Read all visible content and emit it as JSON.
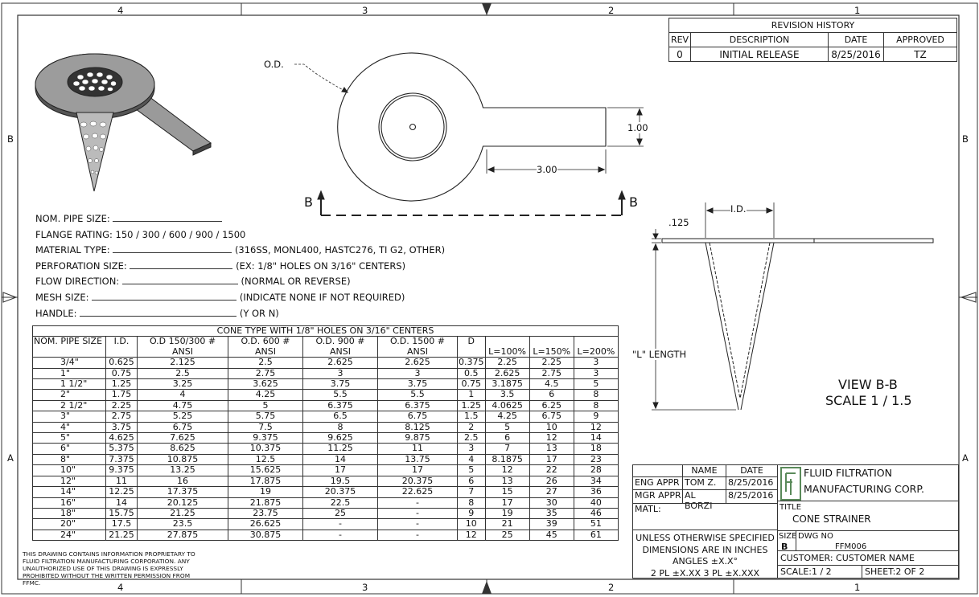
{
  "zones": {
    "top": [
      "4",
      "3",
      "2",
      "1"
    ],
    "bottom": [
      "4",
      "3",
      "2",
      "1"
    ],
    "left": [
      "B",
      "A"
    ],
    "right": [
      "B",
      "A"
    ]
  },
  "revision": {
    "title": "REVISION HISTORY",
    "headers": [
      "REV",
      "DESCRIPTION",
      "DATE",
      "APPROVED"
    ],
    "rows": [
      [
        "0",
        "INITIAL RELEASE",
        "8/25/2016",
        "TZ"
      ]
    ]
  },
  "views": {
    "od_label": "O.D.",
    "dim_width": "1.00",
    "dim_length": "3.00",
    "section_left": "B",
    "section_right": "B",
    "id_label": "I.D.",
    "thickness": ".125",
    "l_length": "\"L\" LENGTH",
    "view_title": "VIEW B-B",
    "view_scale": "SCALE 1 / 1.5"
  },
  "spec_fields": [
    {
      "label": "NOM. PIPE SIZE:",
      "note": ""
    },
    {
      "label": "FLANGE RATING: 150 / 300 / 600 / 900 / 1500",
      "note": ""
    },
    {
      "label": "MATERIAL TYPE:",
      "note": "(316SS, MONL400, HASTC276, TI G2, OTHER)"
    },
    {
      "label": "PERFORATION SIZE:",
      "note": "(EX: 1/8\" HOLES ON 3/16\" CENTERS)"
    },
    {
      "label": "FLOW DIRECTION:",
      "note": "(NORMAL OR REVERSE)"
    },
    {
      "label": "MESH SIZE:",
      "note": "(INDICATE NONE IF NOT REQUIRED)"
    },
    {
      "label": "HANDLE:",
      "note": "(Y OR N)"
    }
  ],
  "cone_table": {
    "title": "CONE TYPE WITH 1/8\" HOLES ON 3/16\" CENTERS",
    "headers": [
      "NOM. PIPE SIZE",
      "I.D.",
      "O.D 150/300 # ANSI",
      "O.D. 600 # ANSI",
      "O.D. 900 # ANSI",
      "O.D. 1500 # ANSI",
      "D"
    ],
    "l_headers": [
      "L=100%",
      "L=150%",
      "L=200%"
    ],
    "rows": [
      [
        "3/4\"",
        "0.625",
        "2.125",
        "2.5",
        "2.625",
        "2.625",
        "0.375",
        "2.25",
        "2.25",
        "3"
      ],
      [
        "1\"",
        "0.75",
        "2.5",
        "2.75",
        "3",
        "3",
        "0.5",
        "2.625",
        "2.75",
        "3"
      ],
      [
        "1 1/2\"",
        "1.25",
        "3.25",
        "3.625",
        "3.75",
        "3.75",
        "0.75",
        "3.1875",
        "4.5",
        "5"
      ],
      [
        "2\"",
        "1.75",
        "4",
        "4.25",
        "5.5",
        "5.5",
        "1",
        "3.5",
        "6",
        "8"
      ],
      [
        "2 1/2\"",
        "2.25",
        "4.75",
        "5",
        "6.375",
        "6.375",
        "1.25",
        "4.0625",
        "6.25",
        "8"
      ],
      [
        "3\"",
        "2.75",
        "5.25",
        "5.75",
        "6.5",
        "6.75",
        "1.5",
        "4.25",
        "6.75",
        "9"
      ],
      [
        "4\"",
        "3.75",
        "6.75",
        "7.5",
        "8",
        "8.125",
        "2",
        "5",
        "10",
        "12"
      ],
      [
        "5\"",
        "4.625",
        "7.625",
        "9.375",
        "9.625",
        "9.875",
        "2.5",
        "6",
        "12",
        "14"
      ],
      [
        "6\"",
        "5.375",
        "8.625",
        "10.375",
        "11.25",
        "11",
        "3",
        "7",
        "13",
        "18"
      ],
      [
        "8\"",
        "7.375",
        "10.875",
        "12.5",
        "14",
        "13.75",
        "4",
        "8.1875",
        "17",
        "23"
      ],
      [
        "10\"",
        "9.375",
        "13.25",
        "15.625",
        "17",
        "17",
        "5",
        "12",
        "22",
        "28"
      ],
      [
        "12\"",
        "11",
        "16",
        "17.875",
        "19.5",
        "20.375",
        "6",
        "13",
        "26",
        "34"
      ],
      [
        "14\"",
        "12.25",
        "17.375",
        "19",
        "20.375",
        "22.625",
        "7",
        "15",
        "27",
        "36"
      ],
      [
        "16\"",
        "14",
        "20.125",
        "21.875",
        "22.5",
        "-",
        "8",
        "17",
        "30",
        "40"
      ],
      [
        "18\"",
        "15.75",
        "21.25",
        "23.75",
        "25",
        "-",
        "9",
        "19",
        "35",
        "46"
      ],
      [
        "20\"",
        "17.5",
        "23.5",
        "26.625",
        "-",
        "-",
        "10",
        "21",
        "39",
        "51"
      ],
      [
        "24\"",
        "21.25",
        "27.875",
        "30.875",
        "-",
        "-",
        "12",
        "25",
        "45",
        "61"
      ]
    ]
  },
  "proprietary": "THIS DRAWING CONTAINS INFORMATION PROPRIETARY TO FLUID FILTRATION MANUFACTURING CORPORATION. ANY UNAUTHORIZED USE OF THIS DRAWING IS EXPRESSLY PROHIBITED WITHOUT THE WRITTEN PERMISSION FROM FFMC.",
  "title_block": {
    "name_hdr": "NAME",
    "date_hdr": "DATE",
    "eng_label": "ENG APPR",
    "eng_name": "TOM Z.",
    "eng_date": "8/25/2016",
    "mgr_label": "MGR APPR",
    "mgr_name": "AL BORZI",
    "mgr_date": "8/25/2016",
    "matl": "MATL:",
    "company_line1": "FLUID FILTRATION",
    "company_line2": "MANUFACTURING CORP.",
    "title_label": "TITLE",
    "title": "CONE STRAINER",
    "tolerance_1": "UNLESS OTHERWISE SPECIFIED",
    "tolerance_2": "DIMENSIONS ARE IN INCHES",
    "tolerance_3": "ANGLES ±X.X°",
    "tolerance_4": "2 PL ±X.XX 3 PL ±X.XXX",
    "size_label": "SIZE",
    "size": "B",
    "dwg_label": "DWG NO",
    "dwg_no": "FFM006",
    "customer": "CUSTOMER: CUSTOMER NAME",
    "scale": "SCALE:1 / 2",
    "sheet": "SHEET:2  OF 2"
  },
  "colors": {
    "line": "#333333",
    "flange_gray": "#8a8a8a",
    "logo_green": "#5a8a5a"
  }
}
